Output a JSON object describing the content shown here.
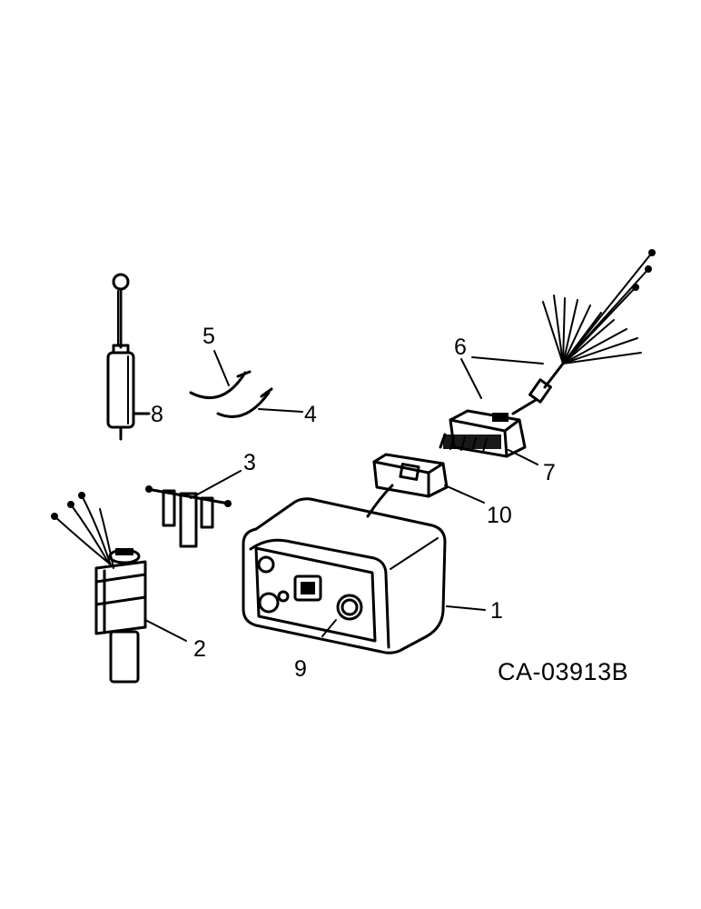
{
  "diagram": {
    "reference": "CA-03913B",
    "callouts": [
      {
        "id": "1",
        "label": "1"
      },
      {
        "id": "2",
        "label": "2"
      },
      {
        "id": "3",
        "label": "3"
      },
      {
        "id": "4",
        "label": "4"
      },
      {
        "id": "5",
        "label": "5"
      },
      {
        "id": "6",
        "label": "6"
      },
      {
        "id": "7",
        "label": "7"
      },
      {
        "id": "8",
        "label": "8"
      },
      {
        "id": "9",
        "label": "9"
      },
      {
        "id": "10",
        "label": "10"
      }
    ]
  }
}
